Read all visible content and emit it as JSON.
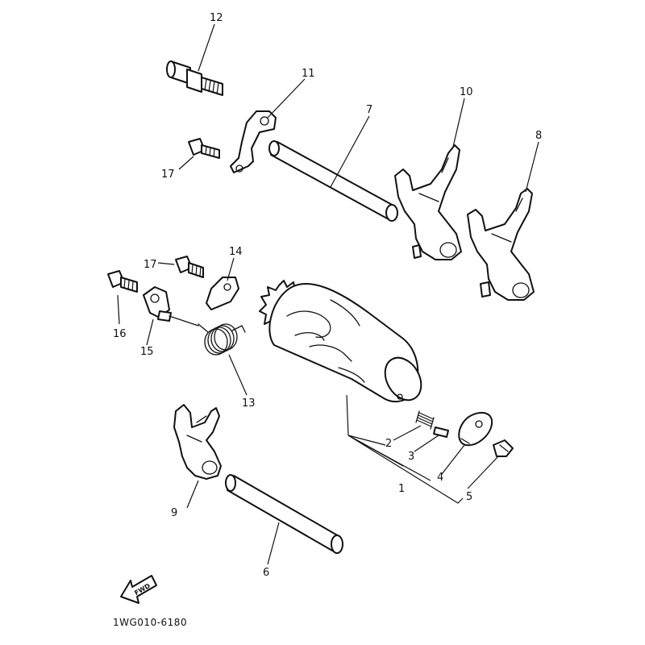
{
  "diagram_code": "1WG010-6180",
  "fwd_label": "FWD",
  "callouts": [
    {
      "id": "c1",
      "label": "1"
    },
    {
      "id": "c2",
      "label": "2"
    },
    {
      "id": "c3",
      "label": "3"
    },
    {
      "id": "c4",
      "label": "4"
    },
    {
      "id": "c5",
      "label": "5"
    },
    {
      "id": "c6",
      "label": "6"
    },
    {
      "id": "c7",
      "label": "7"
    },
    {
      "id": "c8",
      "label": "8"
    },
    {
      "id": "c9",
      "label": "9"
    },
    {
      "id": "c10",
      "label": "10"
    },
    {
      "id": "c11",
      "label": "11"
    },
    {
      "id": "c12",
      "label": "12"
    },
    {
      "id": "c13",
      "label": "13"
    },
    {
      "id": "c14",
      "label": "14"
    },
    {
      "id": "c15",
      "label": "15"
    },
    {
      "id": "c16",
      "label": "16"
    },
    {
      "id": "c17a",
      "label": "17"
    },
    {
      "id": "c17b",
      "label": "17"
    }
  ]
}
